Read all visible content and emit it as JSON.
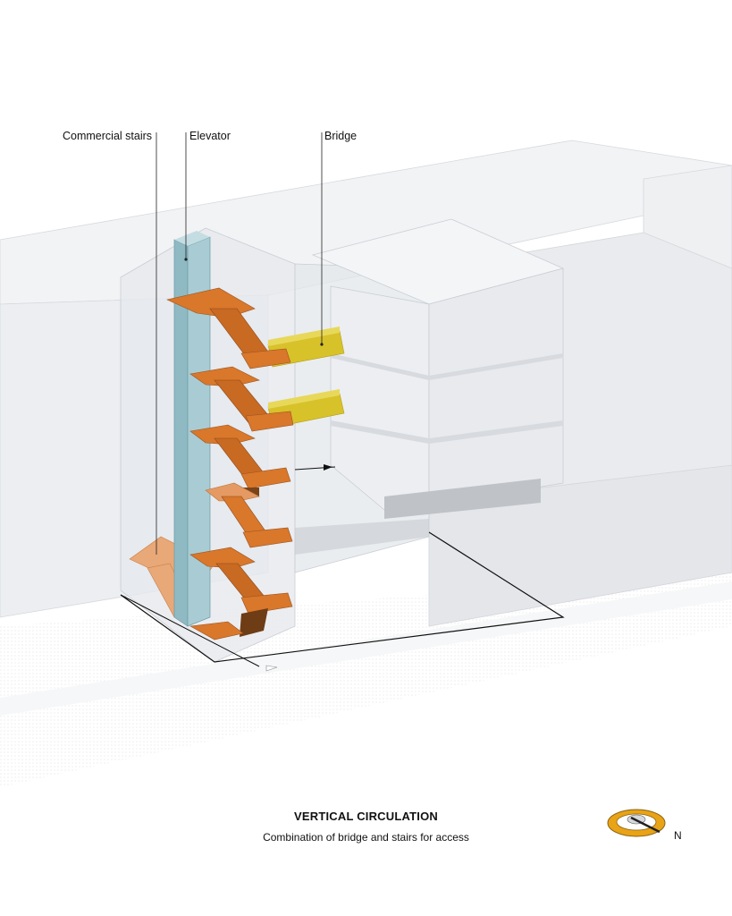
{
  "labels": {
    "commercial_stairs": "Commercial stairs",
    "elevator": "Elevator",
    "bridge": "Bridge"
  },
  "caption": {
    "title": "VERTICAL CIRCULATION",
    "subtitle": "Combination of bridge and stairs for access"
  },
  "north_arrow": {
    "label": "N",
    "ring_color": "#e8a317"
  },
  "colors": {
    "stairs": "#d9772b",
    "stairs_dark": "#8a4a1c",
    "stairs_faded": "#e9a877",
    "elevator": "#9cc3cc",
    "bridge": "#d8c22a",
    "volume": "#eef0f3",
    "volume_edge": "#c9cdd3"
  }
}
